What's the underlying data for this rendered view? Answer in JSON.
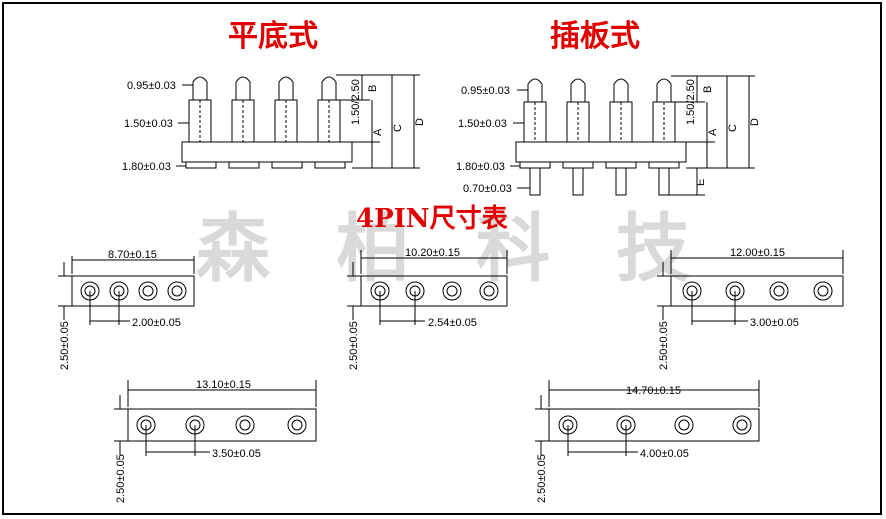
{
  "titles": {
    "flat": "平底式",
    "plugin": "插板式",
    "size_table": "4PIN尺寸表"
  },
  "watermark": [
    "森",
    "柏",
    "科",
    "技"
  ],
  "side_view_flat": {
    "dims": [
      "0.95±0.03",
      "1.50±0.03",
      "1.80±0.03"
    ],
    "vertical_labels": [
      "1.50/2.50",
      "A",
      "B",
      "C",
      "D"
    ]
  },
  "side_view_plugin": {
    "dims": [
      "0.95±0.03",
      "1.50±0.03",
      "1.80±0.03",
      "0.70±0.03"
    ],
    "vertical_labels": [
      "1.50/2.50",
      "A",
      "B",
      "C",
      "D",
      "E"
    ]
  },
  "top_views": [
    {
      "length": "8.70±0.15",
      "pitch": "2.00±0.05",
      "width": "2.50±0.05"
    },
    {
      "length": "10.20±0.15",
      "pitch": "2.54±0.05",
      "width": "2.50±0.05"
    },
    {
      "length": "12.00±0.15",
      "pitch": "3.00±0.05",
      "width": "2.50±0.05"
    },
    {
      "length": "13.10±0.15",
      "pitch": "3.50±0.05",
      "width": "2.50±0.05"
    },
    {
      "length": "14.70±0.15",
      "pitch": "4.00±0.05",
      "width": "2.50±0.05"
    }
  ]
}
